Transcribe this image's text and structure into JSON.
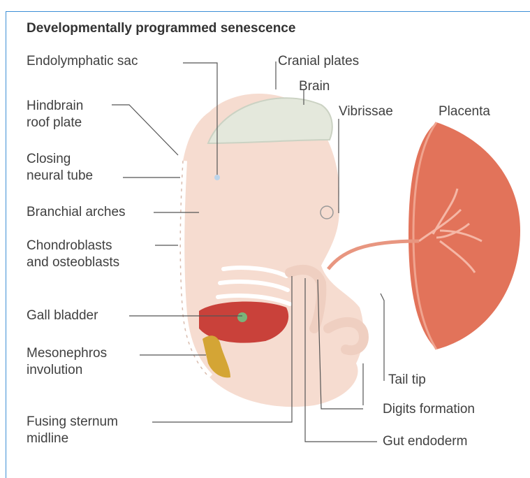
{
  "title": "Developmentally programmed senescence",
  "labels": {
    "endolymphatic_sac": "Endolymphatic sac",
    "cranial_plates": "Cranial plates",
    "brain": "Brain",
    "vibrissae": "Vibrissae",
    "placenta": "Placenta",
    "hindbrain_roof_plate": "Hindbrain\nroof plate",
    "closing_neural_tube": "Closing\nneural tube",
    "branchial_arches": "Branchial arches",
    "chondroblasts": "Chondroblasts\nand osteoblasts",
    "gall_bladder": "Gall bladder",
    "mesonephros": "Mesonephros\ninvolution",
    "tail_tip": "Tail tip",
    "digits_formation": "Digits formation",
    "fusing_sternum": "Fusing sternum\nmidline",
    "gut_endoderm": "Gut endoderm"
  },
  "colors": {
    "embryo": "#f6dcd0",
    "brain": "#e4e8dc",
    "placenta": "#e2735a",
    "liver": "#c9413a",
    "mesonephros": "#d4a535",
    "frame": "#3d8fd6"
  }
}
